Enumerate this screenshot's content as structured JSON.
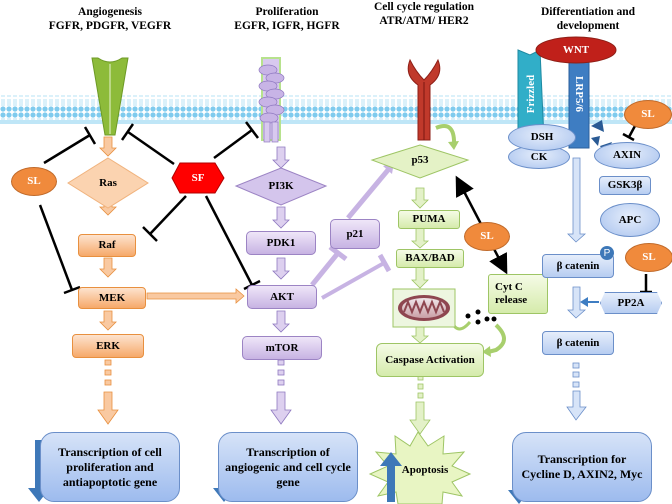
{
  "headers": {
    "angiogenesis": {
      "title": "Angiogenesis",
      "receptors": "FGFR, PDGFR,  VEGFR"
    },
    "proliferation": {
      "title": "Proliferation",
      "receptors": "EGFR, IGFR, HGFR"
    },
    "cell_cycle": {
      "title": "Cell cycle regulation",
      "receptors": "ATR/ATM/ HER2"
    },
    "differentiation": {
      "title": "Differentiation and",
      "subtitle": "development"
    }
  },
  "receptors": {
    "wnt": "WNT",
    "frizzled": "Frizzled",
    "lrp": "LRP5/6"
  },
  "angiogenesis_path": {
    "ras": "Ras",
    "raf": "Raf",
    "mek": "MEK",
    "erk": "ERK",
    "outcome": "Transcription of cell proliferation and antiapoptotic gene"
  },
  "proliferation_path": {
    "pi3k": "PI3K",
    "pdk1": "PDK1",
    "akt": "AKT",
    "mtor": "mTOR",
    "p21": "p21",
    "outcome": "Transcription of angiogenic and cell cycle gene"
  },
  "cell_cycle_path": {
    "p53": "p53",
    "puma": "PUMA",
    "baxbad": "BAX/BAD",
    "cytc": "Cyt C release",
    "caspase": "Caspase Activation",
    "outcome": "Apoptosis"
  },
  "wnt_path": {
    "dsh": "DSH",
    "ck": "CK",
    "axin": "AXIN",
    "gsk": "GSK3β",
    "apc": "APC",
    "bcat_p": "β catenin",
    "p_badge": "P",
    "pp2a": "PP2A",
    "bcat": "β catenin",
    "outcome": "Transcription for Cycline D, AXIN2, Myc"
  },
  "inhibitors": {
    "sl": "SL",
    "sf": "SF"
  },
  "colors": {
    "orange": "#f6a96a",
    "purple": "#c7b3e3",
    "green": "#d5ebab",
    "blue": "#b7cdf1",
    "sf_red": "#ff0000",
    "sl_orange": "#f08a3c",
    "membrane": "#8fd3ef"
  }
}
